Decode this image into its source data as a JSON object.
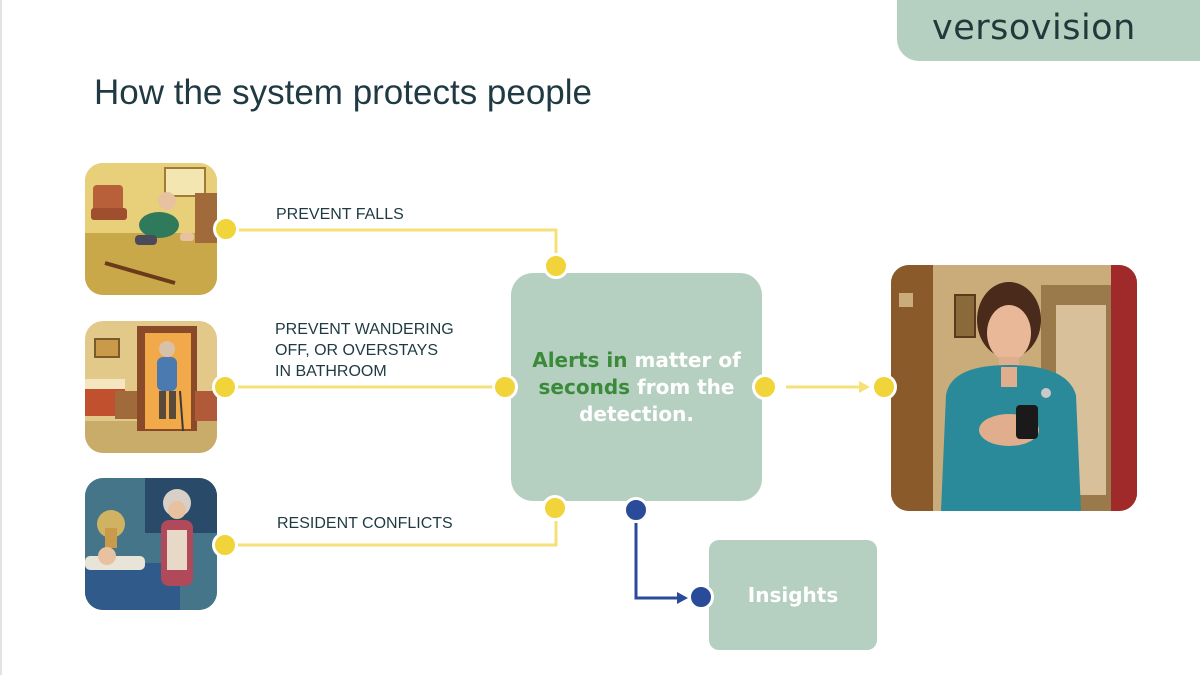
{
  "brand": {
    "logo_text": "versovision",
    "tab_color": "#b5cfc0"
  },
  "slide": {
    "title": "How the system protects people"
  },
  "inputs": [
    {
      "label": "PREVENT FALLS",
      "image": "elderly-man-fallen"
    },
    {
      "label": "PREVENT WANDERING\nOFF, OR OVERSTAYS\nIN BATHROOM",
      "image": "resident-walking-out-door"
    },
    {
      "label": "RESIDENT CONFLICTS",
      "image": "elderly-woman-by-bed"
    }
  ],
  "center": {
    "segments": [
      {
        "text": "Alerts in",
        "emphasis": true
      },
      {
        "text": " matter of ",
        "emphasis": false
      },
      {
        "text": "seconds",
        "emphasis": true
      },
      {
        "text": " from the detection.",
        "emphasis": false
      }
    ]
  },
  "insights": {
    "label": "Insights"
  },
  "output": {
    "image": "nurse-with-phone"
  },
  "colors": {
    "box": "#b5cfc0",
    "connector_yellow": "#f0d43a",
    "connector_blue": "#2a4a9a",
    "emphasis_green": "#3a8a3a",
    "text_dark": "#1f3a42"
  }
}
